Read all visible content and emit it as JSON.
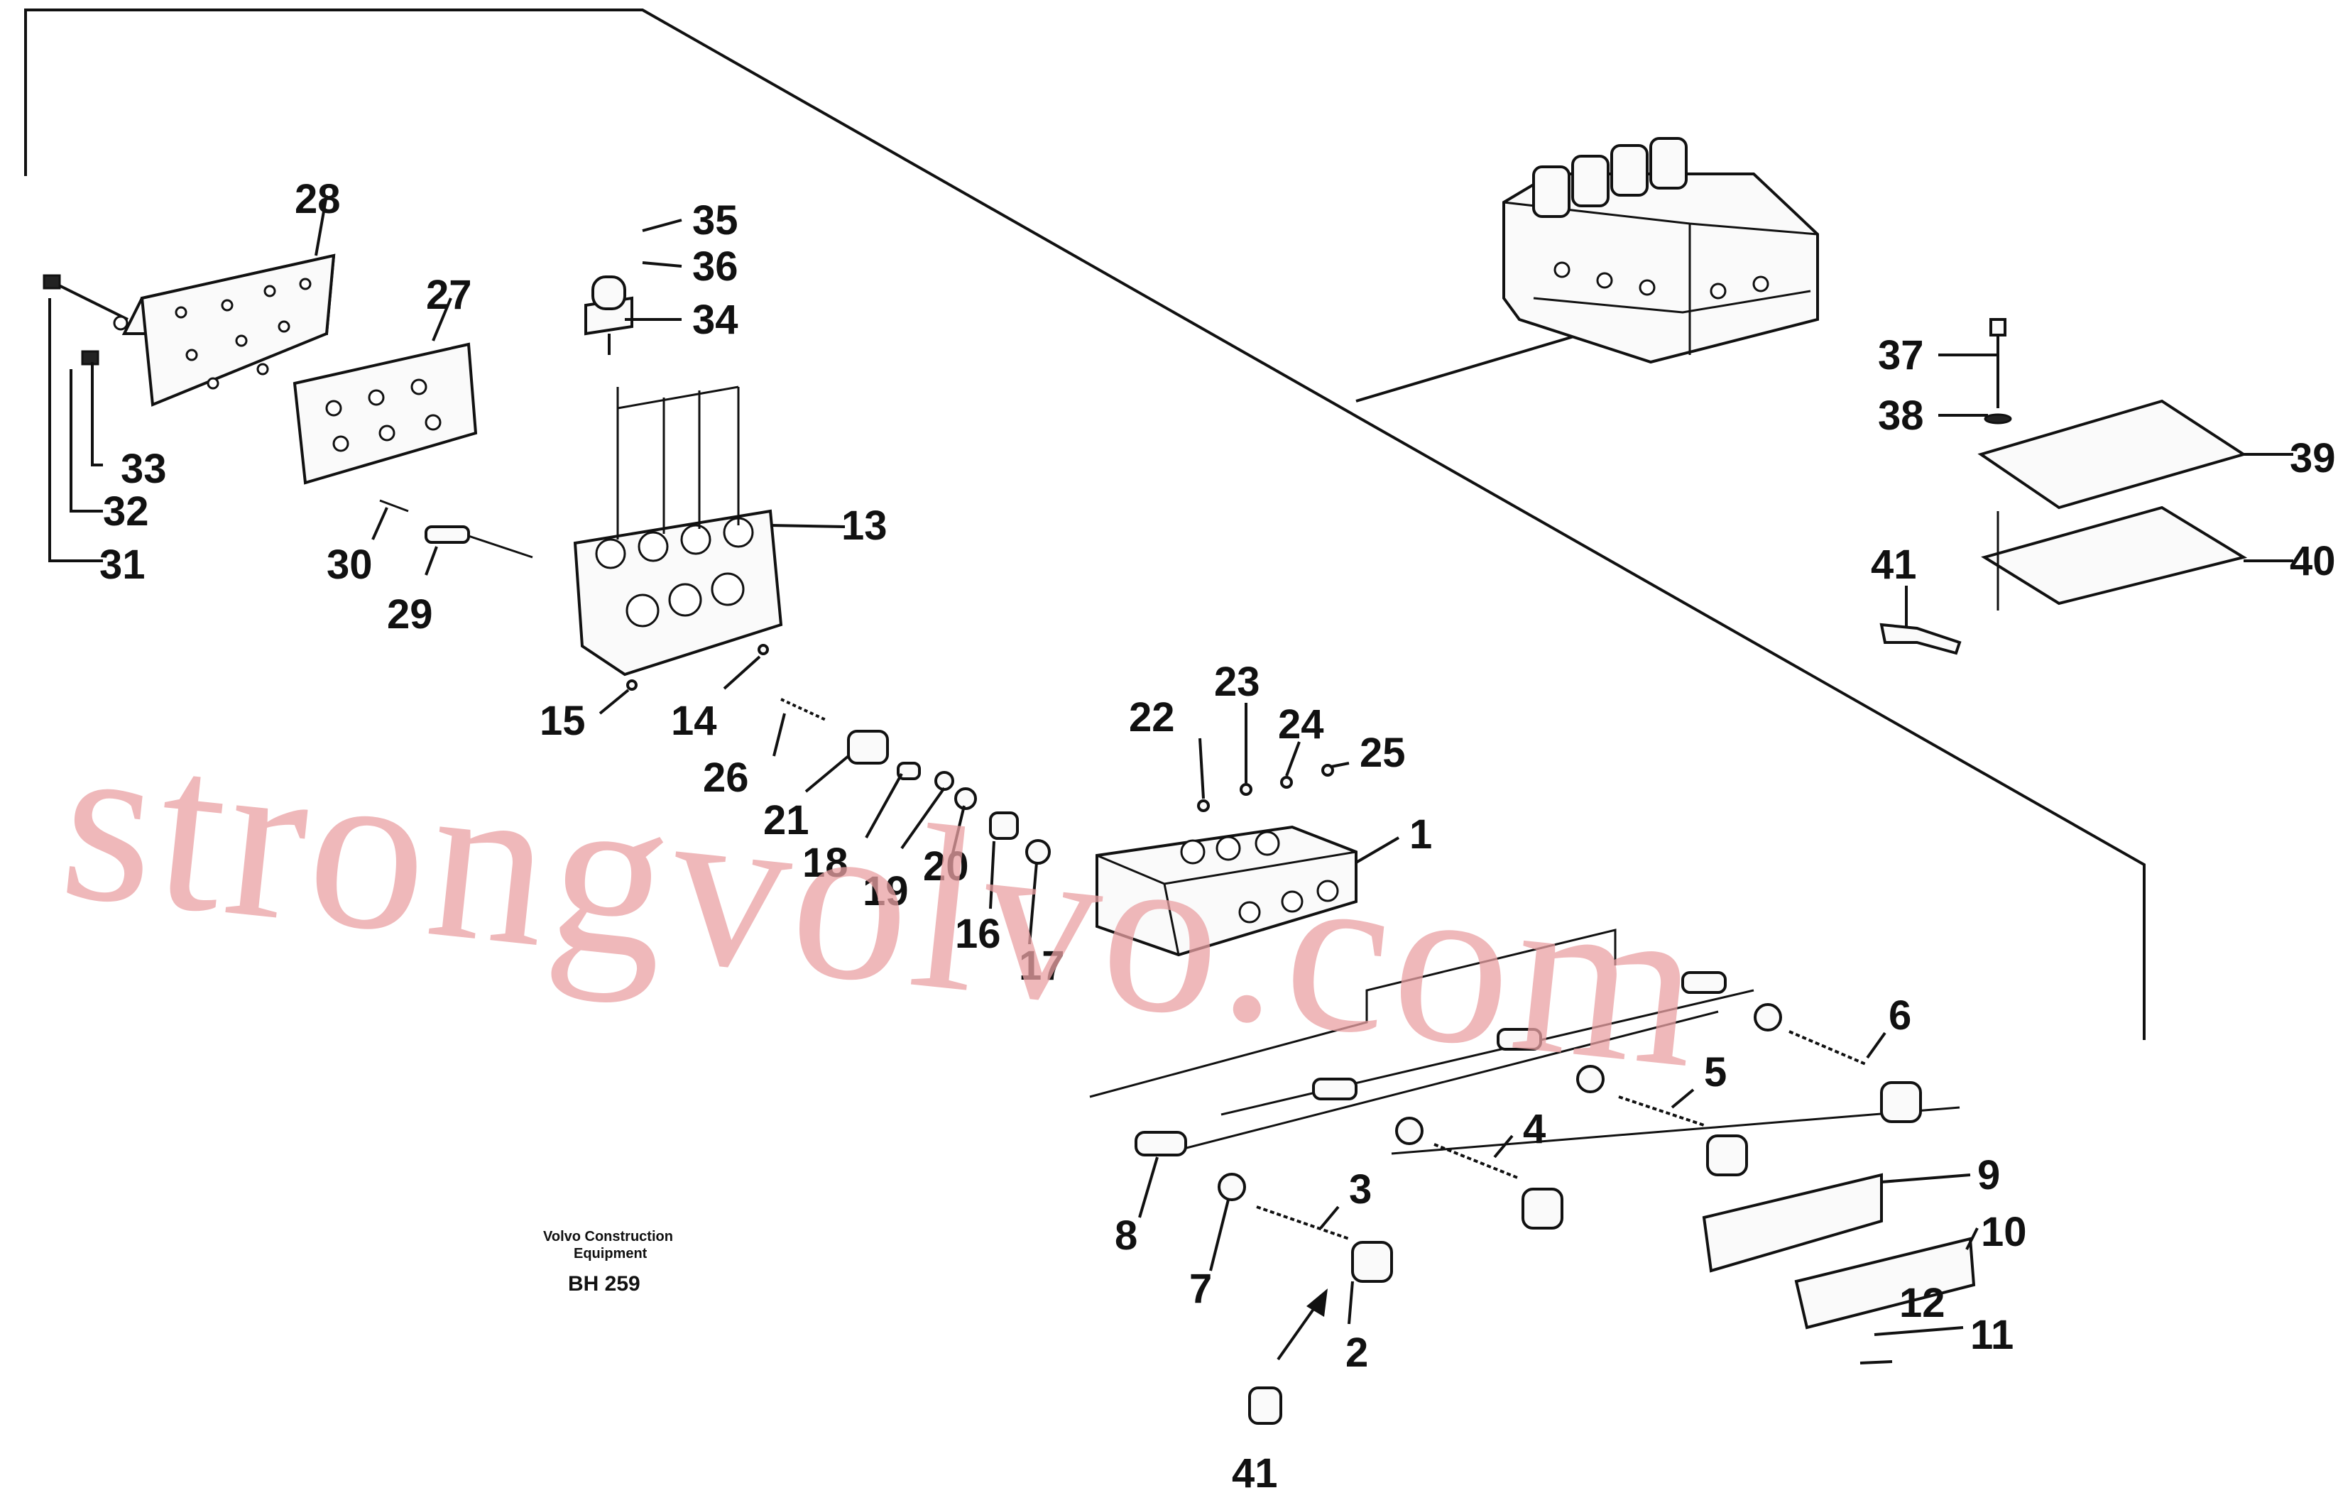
{
  "caption": {
    "line1": "Volvo Construction",
    "line2": "Equipment",
    "code": "BH 259"
  },
  "watermark": "strongvolvo.com",
  "callouts": [
    "1",
    "2",
    "3",
    "4",
    "5",
    "6",
    "7",
    "8",
    "9",
    "10",
    "11",
    "12",
    "13",
    "14",
    "15",
    "16",
    "17",
    "18",
    "19",
    "20",
    "21",
    "22",
    "23",
    "24",
    "25",
    "26",
    "27",
    "28",
    "29",
    "30",
    "31",
    "32",
    "33",
    "34",
    "35",
    "36",
    "37",
    "38",
    "39",
    "40",
    "41",
    "41"
  ]
}
